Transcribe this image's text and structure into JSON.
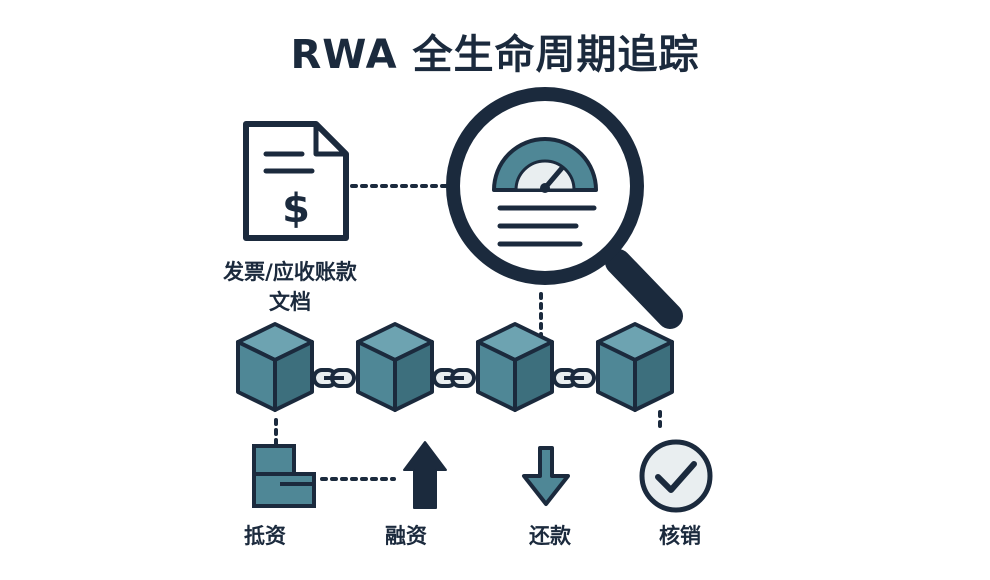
{
  "title": "RWA 全生命周期追踪",
  "document": {
    "label_line1": "发票/应收账款",
    "label_line2": "文档"
  },
  "stages": [
    {
      "label": "抵资"
    },
    {
      "label": "融资"
    },
    {
      "label": "还款"
    },
    {
      "label": "核销"
    }
  ],
  "colors": {
    "ink": "#1b2a3d",
    "cube_front": "#4f8796",
    "cube_top": "#6da3b1",
    "cube_side": "#3d6f7d",
    "light": "#e9eef0"
  },
  "icons": [
    "document-dollar-icon",
    "magnifier-gauge-icon",
    "blockchain-cube-icon",
    "chain-link-icon",
    "collateral-blocks-icon",
    "arrow-up-icon",
    "arrow-down-icon",
    "check-circle-icon"
  ]
}
